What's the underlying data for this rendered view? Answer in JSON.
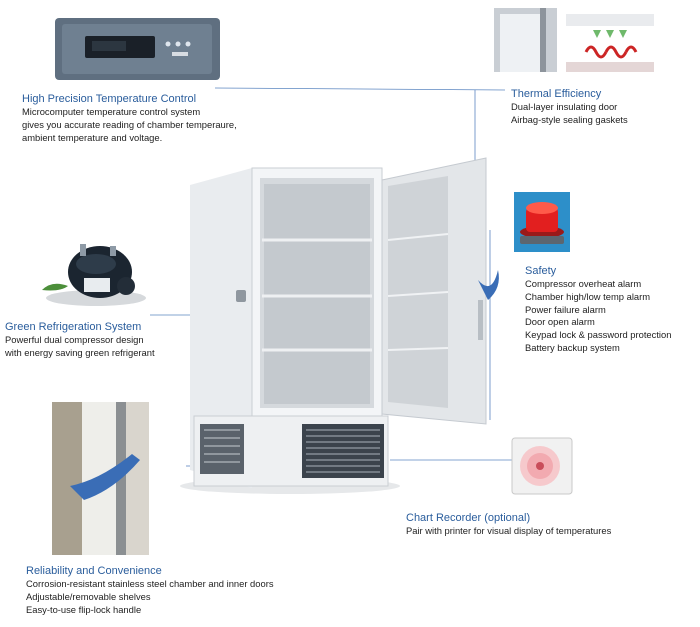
{
  "features": {
    "temperature_control": {
      "title": "High Precision Temperature Control",
      "lines": [
        "Microcomputer temperature control system",
        "gives you accurate reading of chamber temperaure,",
        "ambient temperature and voltage."
      ]
    },
    "thermal_efficiency": {
      "title": "Thermal Efficiency",
      "lines": [
        "Dual-layer insulating door",
        "Airbag-style sealing gaskets"
      ]
    },
    "safety": {
      "title": "Safety",
      "lines": [
        "Compressor overheat alarm",
        "Chamber high/low temp alarm",
        "Power failure alarm",
        "Door open alarm",
        "Keypad lock & password protection",
        "Battery backup system"
      ]
    },
    "green_refrigeration": {
      "title": "Green Refrigeration System",
      "lines": [
        "Powerful dual compressor design",
        "with energy saving green refrigerant"
      ]
    },
    "chart_recorder": {
      "title": "Chart Recorder (optional)",
      "lines": [
        "Pair with printer for visual display of temperatures"
      ]
    },
    "reliability": {
      "title": "Reliability and Convenience",
      "lines": [
        "Corrosion-resistant stainless steel chamber and inner doors",
        "Adjustable/removable shelves",
        "Easy-to-use flip-lock handle"
      ]
    }
  },
  "colors": {
    "title_blue": "#2a5d9c",
    "connector_blue": "#5b86c0",
    "alarm_red": "#d81e1e",
    "arrow_blue": "#3a6db6"
  },
  "icons": [
    "control-panel-icon",
    "door-gasket-icon",
    "alarm-light-icon",
    "compressor-icon",
    "chart-recorder-icon",
    "handle-closeup-icon",
    "freezer-icon"
  ]
}
